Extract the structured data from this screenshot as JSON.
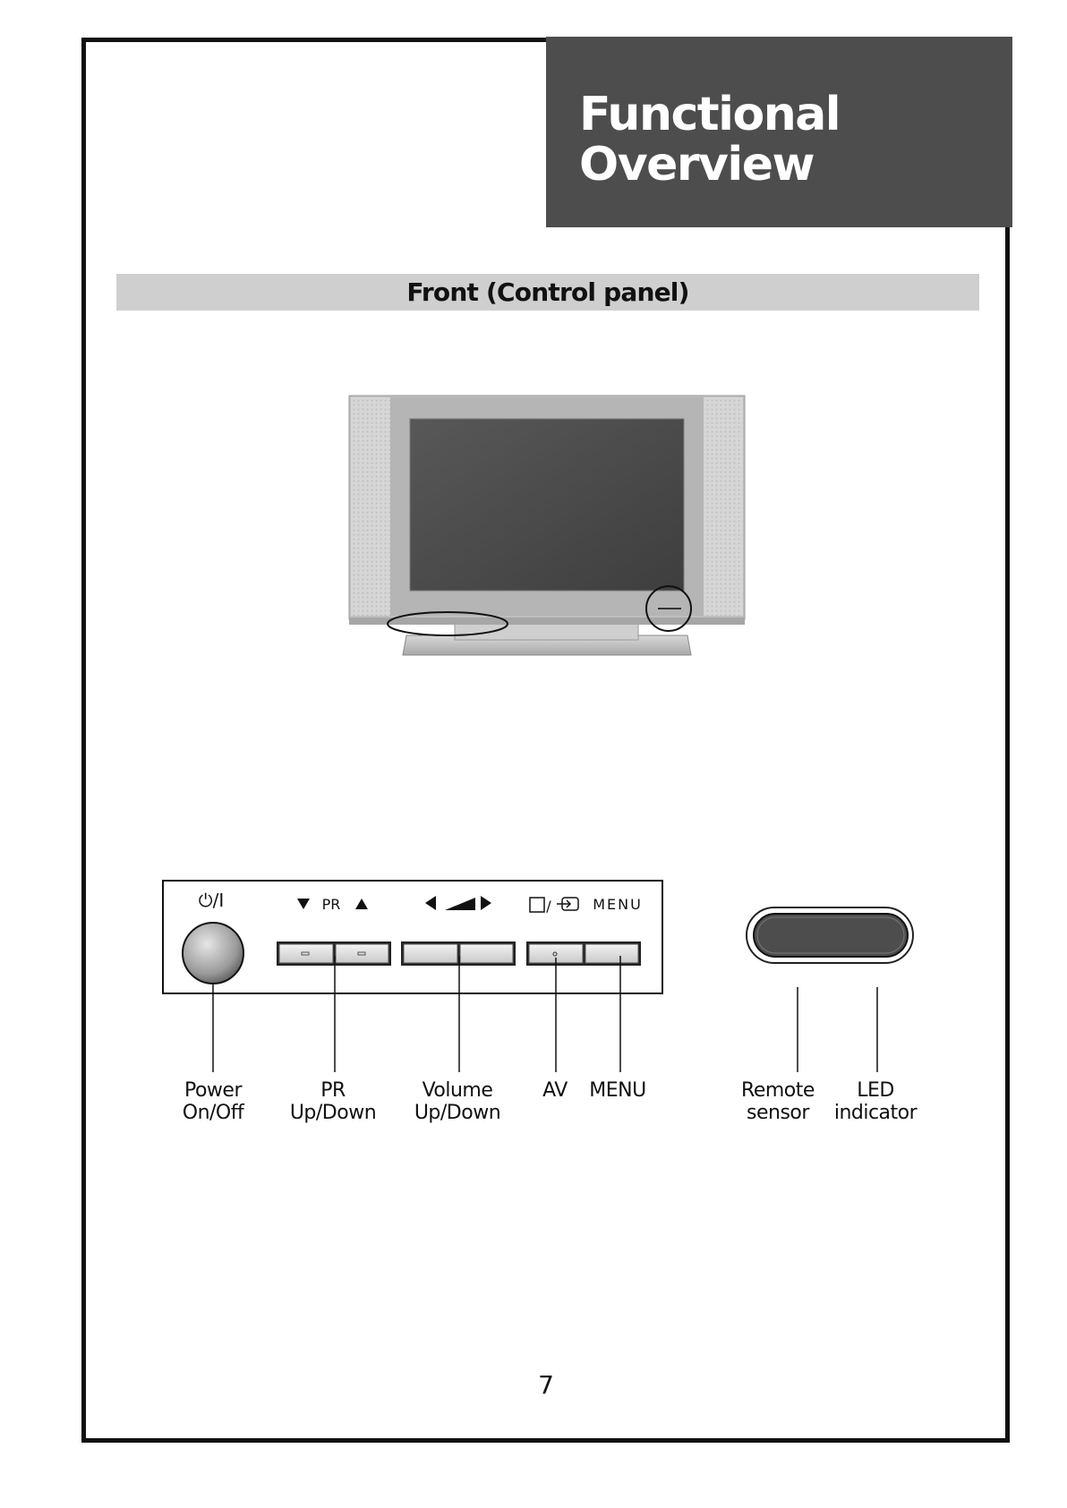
{
  "header": {
    "title_line1": "Functional",
    "title_line2": "Overview"
  },
  "section": {
    "title": "Front (Control panel)"
  },
  "control_panel": {
    "power_symbol": "⏻/I",
    "pr_label": "PR",
    "menu_label": "MENU"
  },
  "callouts": {
    "power": {
      "line1": "Power",
      "line2": "On/Off"
    },
    "pr": {
      "line1": "PR",
      "line2": "Up/Down"
    },
    "volume": {
      "line1": "Volume",
      "line2": "Up/Down"
    },
    "av": {
      "line1": "AV"
    },
    "menu": {
      "line1": "MENU"
    },
    "remote_sensor": {
      "line1": "Remote",
      "line2": "sensor"
    },
    "led": {
      "line1": "LED",
      "line2": "indicator"
    }
  },
  "page": {
    "number": "7"
  },
  "colors": {
    "title_block": "#4d4d4d",
    "section_bar": "#cfcfcf",
    "frame": "#111111"
  }
}
